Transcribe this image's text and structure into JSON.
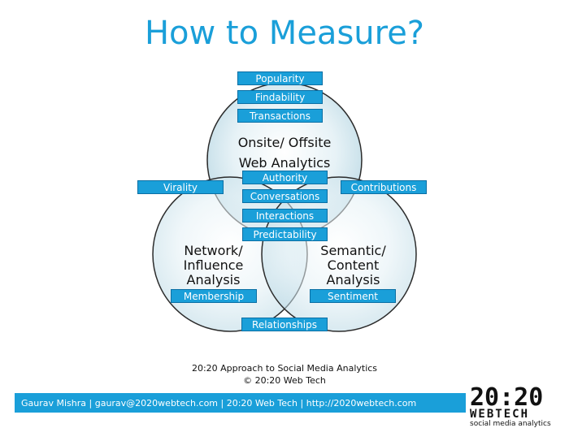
{
  "title": "How to Measure?",
  "circles": {
    "top": {
      "line1": "Onsite/ Offsite",
      "line2": "Web Analytics"
    },
    "left": {
      "line1": "Network/",
      "line2": "Influence",
      "line3": "Analysis"
    },
    "right": {
      "line1": "Semantic/",
      "line2": "Content",
      "line3": "Analysis"
    }
  },
  "tags": {
    "popularity": "Popularity",
    "findability": "Findability",
    "transactions": "Transactions",
    "authority": "Authority",
    "virality": "Virality",
    "contributions": "Contributions",
    "conversations": "Conversations",
    "interactions": "Interactions",
    "predictability": "Predictability",
    "membership": "Membership",
    "sentiment": "Sentiment",
    "relationships": "Relationships"
  },
  "caption": {
    "line1": "20:20 Approach to Social Media Analytics",
    "line2": "© 20:20 Web Tech"
  },
  "footer": {
    "text": "Gaurav Mishra | gaurav@2020webtech.com | 20:20 Web Tech | http://2020webtech.com"
  },
  "logo": {
    "line1": "20:20",
    "line2": "WEBTECH",
    "line3": "social media analytics"
  },
  "colors": {
    "accent": "#1a9fd9",
    "circle_fill": "#d5e9f0",
    "circle_stroke": "#2b2b2b"
  }
}
